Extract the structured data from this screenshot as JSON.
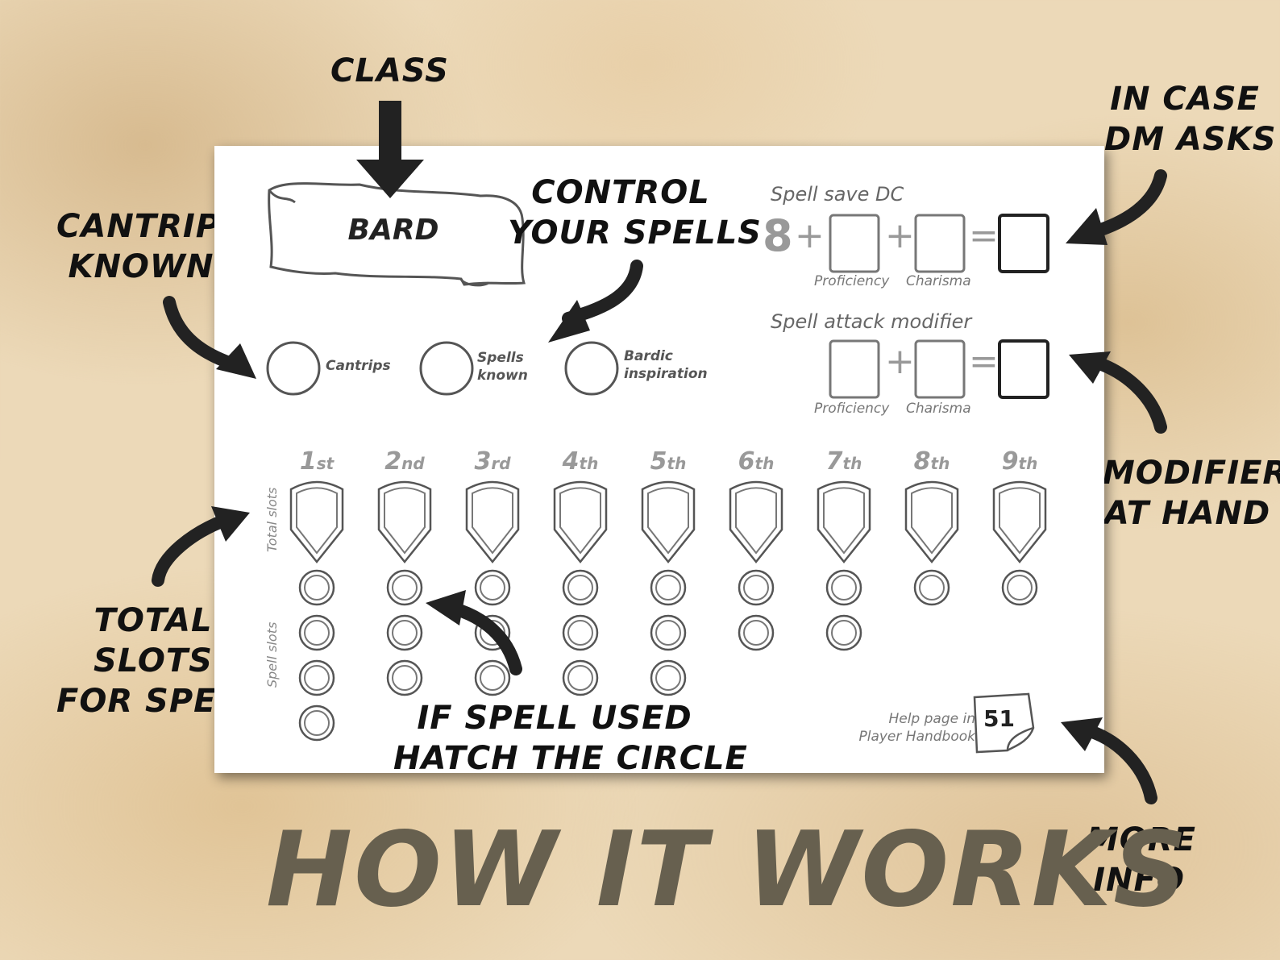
{
  "annotations": {
    "class": "CLASS",
    "control_1": "CONTROL",
    "control_2": "YOUR SPELLS",
    "cantrips_1": "CANTRIPS",
    "cantrips_2": "KNOWN",
    "dm_1": "IN CASE",
    "dm_2": "DM ASKS",
    "modifier_1": "MODIFIER",
    "modifier_2": "AT HAND",
    "total_1": "TOTAL",
    "total_2": "SLOTS",
    "total_3": "FOR SPELLS",
    "used_1": "IF SPELL USED",
    "used_2": "HATCH THE CIRCLE",
    "info_1": "MORE",
    "info_2": "INFO"
  },
  "title": "HOW IT WORKS",
  "sheet": {
    "class_name": "BARD",
    "trackers": [
      {
        "line1": "Cantrips",
        "line2": ""
      },
      {
        "line1": "Spells",
        "line2": "known"
      },
      {
        "line1": "Bardic",
        "line2": "inspiration"
      }
    ],
    "save_dc": {
      "label": "Spell save DC",
      "base": "8",
      "plus": "+",
      "equals": "=",
      "proficiency": "Proficiency",
      "charisma": "Charisma"
    },
    "attack_mod": {
      "label": "Spell attack modifier",
      "plus": "+",
      "equals": "=",
      "proficiency": "Proficiency",
      "charisma": "Charisma"
    },
    "total_slots_label": "Total slots",
    "spell_slots_label": "Spell slots",
    "levels": [
      {
        "num": "1",
        "suffix": "st",
        "slots": 4
      },
      {
        "num": "2",
        "suffix": "nd",
        "slots": 3
      },
      {
        "num": "3",
        "suffix": "rd",
        "slots": 3
      },
      {
        "num": "4",
        "suffix": "th",
        "slots": 3
      },
      {
        "num": "5",
        "suffix": "th",
        "slots": 3
      },
      {
        "num": "6",
        "suffix": "th",
        "slots": 2
      },
      {
        "num": "7",
        "suffix": "th",
        "slots": 2
      },
      {
        "num": "8",
        "suffix": "th",
        "slots": 1
      },
      {
        "num": "9",
        "suffix": "th",
        "slots": 1
      }
    ],
    "help_line1": "Help page in",
    "help_line2": "Player Handbook",
    "page_number": "51"
  }
}
